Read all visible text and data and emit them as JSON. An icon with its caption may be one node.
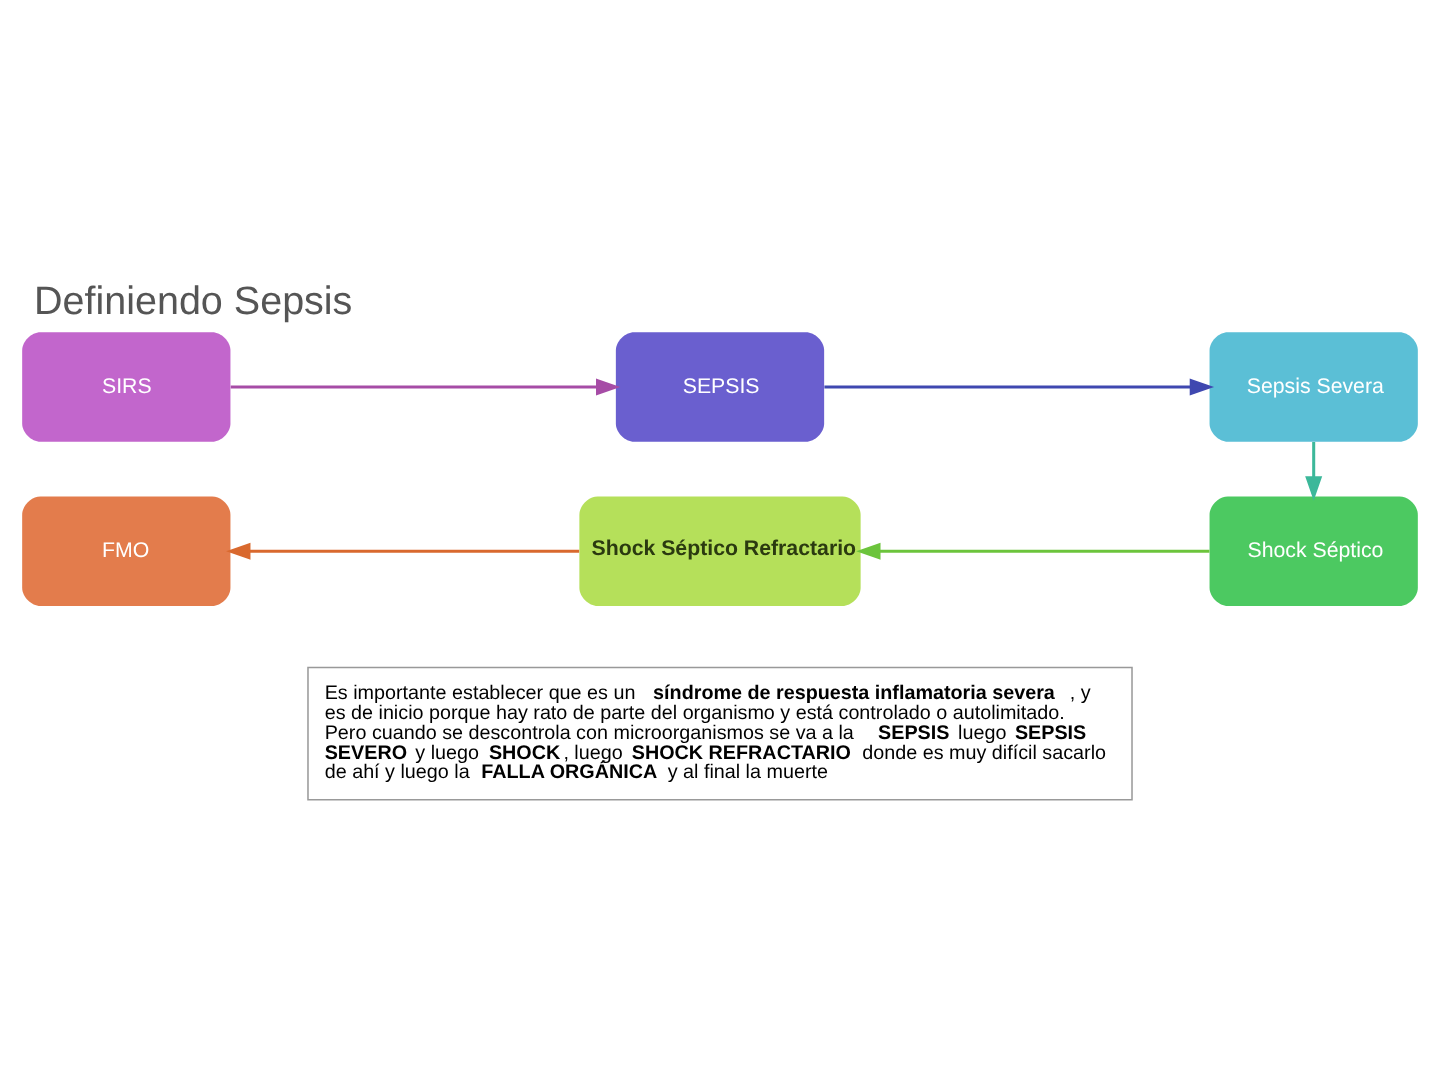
{
  "diagram": {
    "title": "Definiendo Sepsis",
    "nodes": [
      {
        "text": [
          "SIRS"
        ]
      },
      {
        "text": [
          "SEPSIS"
        ]
      },
      {
        "text": [
          "Sepsis Severa"
        ]
      },
      {
        "text": [
          "Shock Séptico"
        ]
      },
      {
        "text": [
          "Shock Séptico Refractario"
        ]
      },
      {
        "text": [
          "FMO"
        ]
      }
    ],
    "edges": [
      {
        "from": 0,
        "to": 1,
        "arrow": "to",
        "color": "#a64ca6"
      },
      {
        "from": 1,
        "to": 2,
        "arrow": "to",
        "color": "#3f48b0"
      },
      {
        "from": 2,
        "to": 3,
        "arrow": "to",
        "color": "#3cb89a"
      },
      {
        "from": 3,
        "to": 4,
        "arrow": "to",
        "color": "#6cc43c"
      },
      {
        "from": 4,
        "to": 5,
        "arrow": "to",
        "color": "#d9692e"
      }
    ],
    "labels": [
      "Es importante establecer que es un **síndrome de respuesta inflamatoria severa**, y es de inicio porque hay rato de parte del organismo y está controlado o autolimitado. Pero cuando se descontrola con microorganismos se va a la **SEPSIS** luego **SEPSIS SEVERO** y luego **SHOCK**, luego **SHOCK REFRACTARIO** donde es muy difícil sacarlo de ahí y luego la **FALLA ORGÁNICA** y al final la muerte"
    ]
  }
}
